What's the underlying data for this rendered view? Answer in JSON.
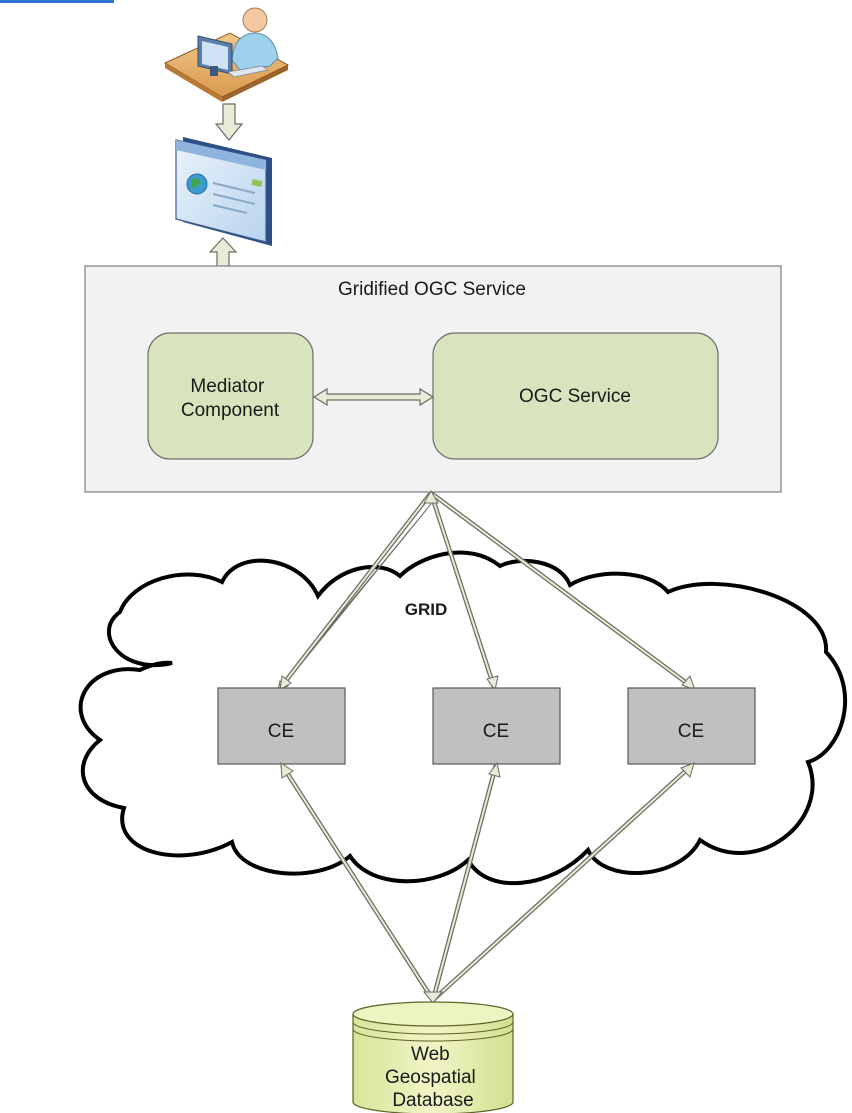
{
  "diagram": {
    "container_title": "Gridified OGC Service",
    "mediator_label": [
      "Mediator",
      "Component"
    ],
    "ogc_service_label": "OGC Service",
    "grid_label": "GRID",
    "ce_nodes": [
      "CE",
      "CE",
      "CE"
    ],
    "database_label": [
      "Web",
      "Geospatial",
      "Database"
    ]
  },
  "icons": {
    "user": "user-at-desk-icon",
    "browser": "web-browser-window-icon"
  },
  "colors": {
    "container_fill": "#f2f2f2",
    "component_fill": "#d7e4bd",
    "ce_fill": "#c0c0c0",
    "database_fill": "#e6eeb4",
    "arrow_fill": "#e8ebd6"
  }
}
